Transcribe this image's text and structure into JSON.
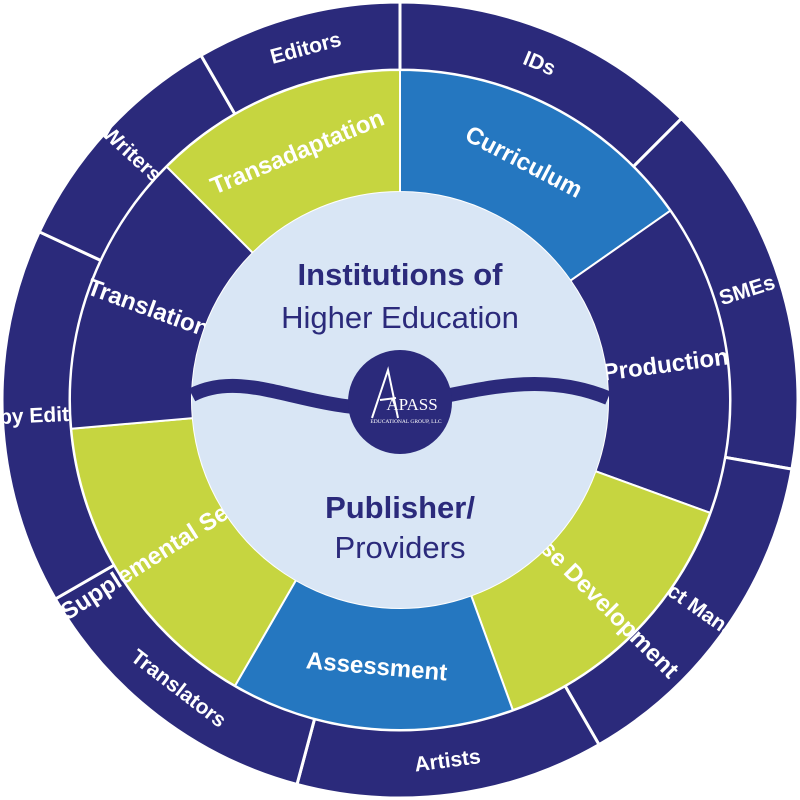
{
  "center": {
    "top_line1": "Institutions of",
    "top_line2": "Higher Education",
    "bottom_line1": "Publisher/",
    "bottom_line2": "Providers",
    "logo_text": "APASS",
    "logo_subtext": "EDUCATIONAL GROUP, LLC"
  },
  "inner_ring": [
    {
      "label": "Curriculum",
      "color": "#2577c0",
      "text_color": "#ffffff"
    },
    {
      "label": "Production",
      "color": "#2b2a7b",
      "text_color": "#ffffff"
    },
    {
      "label": "Course Development",
      "color": "#c6d540",
      "text_color": "#2b2a7b"
    },
    {
      "label": "Assessment",
      "color": "#2577c0",
      "text_color": "#ffffff"
    },
    {
      "label": "Supplemental Services",
      "color": "#c6d540",
      "text_color": "#2b2a7b"
    },
    {
      "label": "Translation",
      "color": "#2b2a7b",
      "text_color": "#ffffff"
    },
    {
      "label": "Transadaptation",
      "color": "#c6d540",
      "text_color": "#2b2a7b"
    }
  ],
  "outer_ring": [
    {
      "label": "IDs"
    },
    {
      "label": "SMEs"
    },
    {
      "label": "Project Managers"
    },
    {
      "label": "Artists"
    },
    {
      "label": "Translators"
    },
    {
      "label": "Copy Editors"
    },
    {
      "label": "Writers"
    },
    {
      "label": "Editors"
    }
  ],
  "colors": {
    "outer_ring": "#2b2a7b",
    "separator": "#ffffff",
    "center_fill": "#d9e6f5",
    "center_text": "#2b2a7b",
    "logo_fill": "#2b2a7b"
  }
}
